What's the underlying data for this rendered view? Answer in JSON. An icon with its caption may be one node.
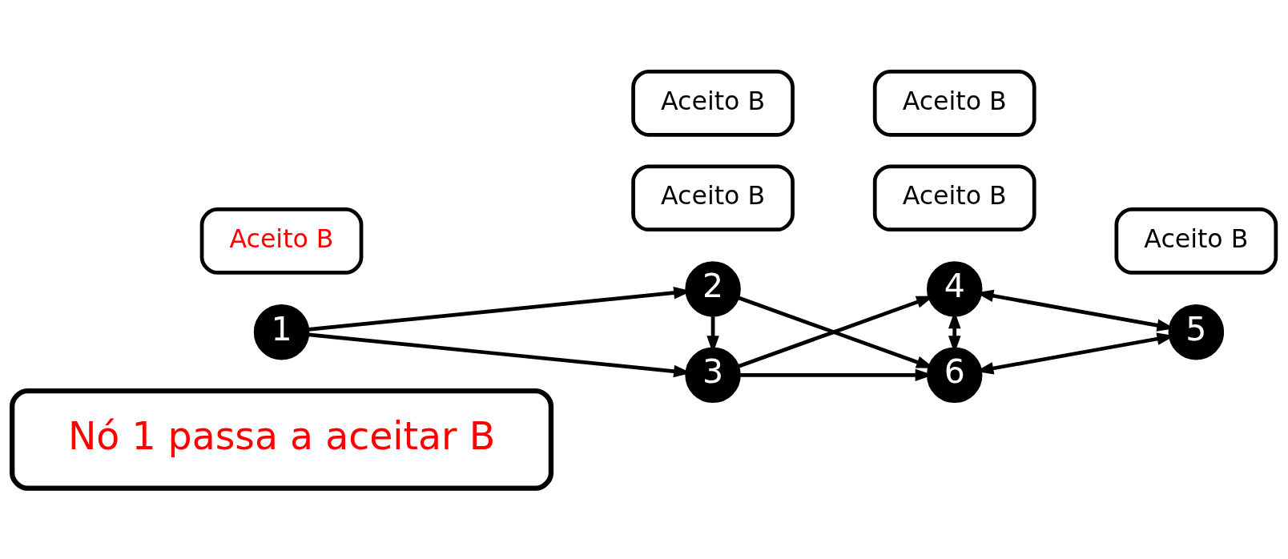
{
  "diagram": {
    "nodes": [
      {
        "text": [
          "Nó 1 passa a aceitar B"
        ]
      },
      {
        "text": [
          "1"
        ]
      },
      {
        "text": [
          "2"
        ]
      },
      {
        "text": [
          "3"
        ]
      },
      {
        "text": [
          "4"
        ]
      },
      {
        "text": [
          "5"
        ]
      },
      {
        "text": [
          "6"
        ]
      },
      {
        "text": [
          "Aceito B"
        ]
      },
      {
        "text": [
          "Aceito B"
        ]
      },
      {
        "text": [
          "Aceito B"
        ]
      },
      {
        "text": [
          "Aceito B"
        ]
      },
      {
        "text": [
          "Aceito B"
        ]
      },
      {
        "text": [
          "Aceito B"
        ]
      }
    ],
    "edges": [
      {
        "from": 1,
        "to": 2,
        "arrow": "to"
      },
      {
        "from": 1,
        "to": 3,
        "arrow": "to"
      },
      {
        "from": 2,
        "to": 3,
        "arrow": "to"
      },
      {
        "from": 2,
        "to": 6,
        "arrow": "to"
      },
      {
        "from": 3,
        "to": 4,
        "arrow": "to"
      },
      {
        "from": 3,
        "to": 6,
        "arrow": "to"
      },
      {
        "from": 4,
        "to": 6,
        "arrow": "both"
      },
      {
        "from": 4,
        "to": 5,
        "arrow": "both"
      },
      {
        "from": 5,
        "to": 6,
        "arrow": "both"
      }
    ]
  }
}
